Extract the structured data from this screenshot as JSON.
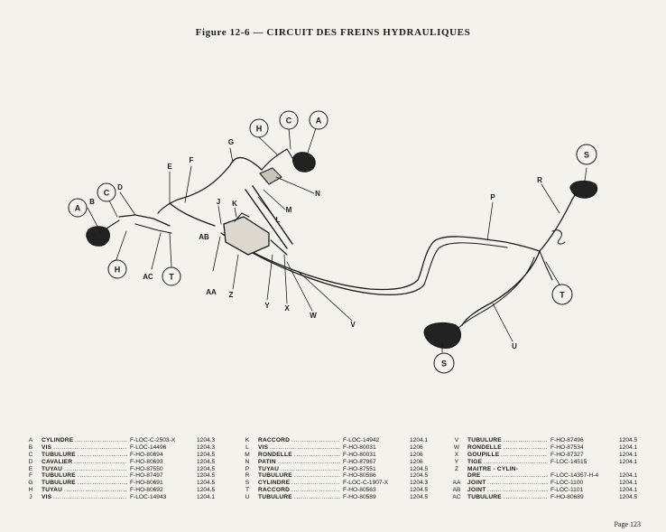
{
  "title": "Figure 12-6 — CIRCUIT DES FREINS HYDRAULIQUES",
  "page_number": "Page 123",
  "diagram": {
    "circle_labels": [
      "A",
      "C",
      "H",
      "S",
      "A",
      "C",
      "H",
      "T",
      "S",
      "T"
    ],
    "line_labels": [
      "G",
      "E",
      "F",
      "B",
      "D",
      "N",
      "M",
      "L",
      "K",
      "J",
      "AB",
      "AA",
      "Z",
      "Y",
      "X",
      "W",
      "V",
      "AC",
      "P",
      "R",
      "U"
    ]
  },
  "legend": {
    "columns": [
      [
        {
          "key": "A",
          "name": "CYLINDRE",
          "ref": "F-LOC-C-2503-X",
          "code": "1204.3"
        },
        {
          "key": "B",
          "name": "VIS",
          "ref": "F-LOC-14496",
          "code": "1204.3"
        },
        {
          "key": "C",
          "name": "TUBULURE",
          "ref": "F-HO-80694",
          "code": "1204.5"
        },
        {
          "key": "D",
          "name": "CAVALIER",
          "ref": "F-HO-80693",
          "code": "1204.5"
        },
        {
          "key": "E",
          "name": "TUYAU",
          "ref": "F-HO-87550",
          "code": "1204.5"
        },
        {
          "key": "F",
          "name": "TUBULURE",
          "ref": "F-HO-87497",
          "code": "1204.5"
        },
        {
          "key": "G",
          "name": "TUBULURE",
          "ref": "F-HO-80691",
          "code": "1204.5"
        },
        {
          "key": "H",
          "name": "TUYAU",
          "ref": "F-HO-80692",
          "code": "1204.5"
        },
        {
          "key": "J",
          "name": "VIS",
          "ref": "F-LOC-14943",
          "code": "1204.1"
        }
      ],
      [
        {
          "key": "K",
          "name": "RACCORD",
          "ref": "F-LOC-14942",
          "code": "1204.1"
        },
        {
          "key": "L",
          "name": "VIS",
          "ref": "F-HO-80031",
          "code": "1206"
        },
        {
          "key": "M",
          "name": "RONDELLE",
          "ref": "F-HO-80031",
          "code": "1206"
        },
        {
          "key": "N",
          "name": "PATIN",
          "ref": "F-HO-87967",
          "code": "1206"
        },
        {
          "key": "P",
          "name": "TUYAU",
          "ref": "F-HO-87551",
          "code": "1204.5"
        },
        {
          "key": "R",
          "name": "TUBULURE",
          "ref": "F-HO-80586",
          "code": "1204.5"
        },
        {
          "key": "S",
          "name": "CYLINDRE",
          "ref": "F-LOC-C-1907-X",
          "code": "1204.3"
        },
        {
          "key": "T",
          "name": "RACCORD",
          "ref": "F-HO-80563",
          "code": "1204.5"
        },
        {
          "key": "U",
          "name": "TUBULURE",
          "ref": "F-HO-80589",
          "code": "1204.5"
        }
      ],
      [
        {
          "key": "V",
          "name": "TUBULURE",
          "ref": "F-HO-87496",
          "code": "1204.5"
        },
        {
          "key": "W",
          "name": "RONDELLE",
          "ref": "F-HO-87534",
          "code": "1204.1"
        },
        {
          "key": "X",
          "name": "GOUPILLE",
          "ref": "F-HO-87327",
          "code": "1204.1"
        },
        {
          "key": "Y",
          "name": "TIGE",
          "ref": "F-LOC-14515",
          "code": "1204.1"
        },
        {
          "key": "Z",
          "name": "MAITRE - CYLIN-",
          "ref": "",
          "code": ""
        },
        {
          "key": "",
          "name": "DRE",
          "ref": "F-LOC-14357-H-4",
          "code": "1204.1"
        },
        {
          "key": "AA",
          "name": "JOINT",
          "ref": "F-LOC-1100",
          "code": "1204.1"
        },
        {
          "key": "AB",
          "name": "JOINT",
          "ref": "F-LOC-1101",
          "code": "1204.1"
        },
        {
          "key": "AC",
          "name": "TUBULURE",
          "ref": "F-HO-80689",
          "code": "1204.5"
        }
      ]
    ]
  }
}
